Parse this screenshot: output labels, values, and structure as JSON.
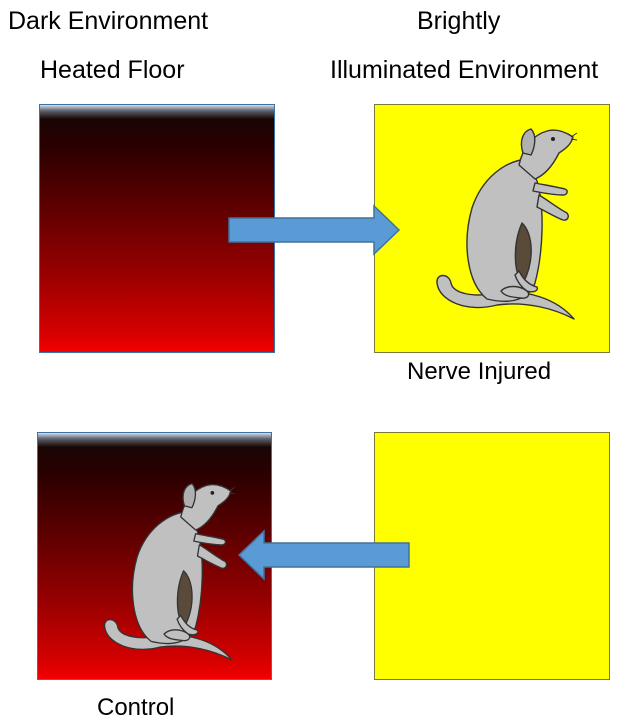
{
  "headers": {
    "dark_environment": "Dark Environment",
    "heated_floor": "Heated Floor",
    "brightly": "Brightly",
    "illuminated_environment": "Illuminated Environment"
  },
  "captions": {
    "nerve_injured": "Nerve Injured",
    "control": "Control"
  },
  "colors": {
    "bright_box": "#ffff00",
    "arrow_fill": "#5b9bd5",
    "arrow_stroke": "#41719c",
    "rat_body": "#c0c0c0",
    "rat_shadow": "#5a4a3a"
  },
  "icons": {
    "rat": "rat-icon",
    "right_arrow": "right-arrow-icon",
    "left_arrow": "left-arrow-icon"
  }
}
